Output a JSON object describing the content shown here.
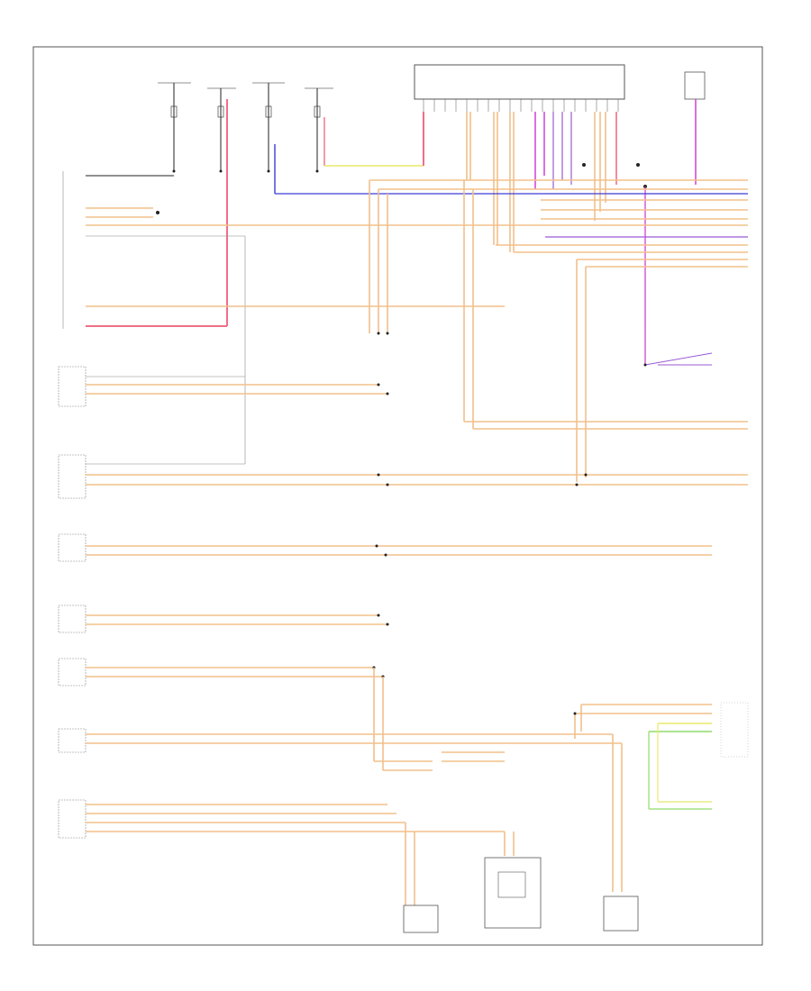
{
  "colors": {
    "tan": "#f2c08a",
    "pink": "#ef6f86",
    "magenta": "#cc33cc",
    "violet": "#9b59d6",
    "blue": "#3c3cd6",
    "yellow": "#e8e86a",
    "green": "#8fdc6a",
    "black": "#222222",
    "frame": "#555555"
  },
  "icons": [
    "splice-dot",
    "ground-symbol",
    "component-box",
    "connector-pins"
  ],
  "footer": {
    "code": ""
  }
}
